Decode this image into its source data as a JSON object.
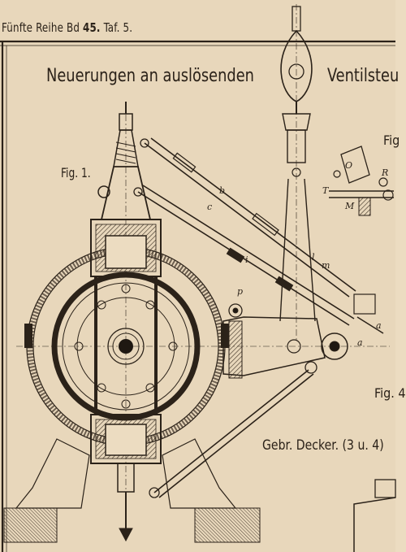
{
  "header": {
    "series": "Fünfte Reihe",
    "volume_prefix": "Bd",
    "volume_number": "45.",
    "plate": "Taf. 5."
  },
  "title": {
    "left": "Neuerungen an auslösenden",
    "right": "Ventilsteu"
  },
  "figures": {
    "fig1": "Fig. 1.",
    "fig_cut_top": "Fig",
    "fig_cut_bottom": "Fig. 4"
  },
  "maker": "Gebr. Decker. (3 u. 4)",
  "part_letters": [
    "b",
    "c",
    "i",
    "l",
    "m",
    "p",
    "a",
    "a",
    "O",
    "R",
    "T",
    "M"
  ],
  "colors": {
    "paper": "#ecdcc1",
    "ink": "#2b2219",
    "hatch": "#3a2e22"
  }
}
